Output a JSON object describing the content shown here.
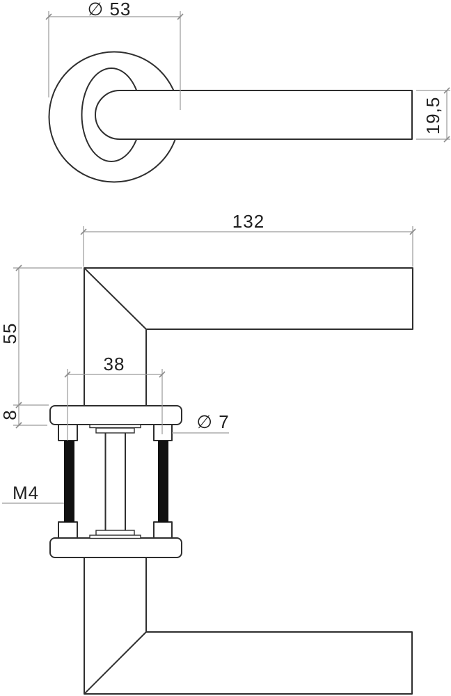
{
  "drawing": {
    "type": "technical-dimension-drawing",
    "views": {
      "front_view": "door handle rose with lever, front",
      "side_view": "door handle pair on roses with M4 through-bolts and spindle, side"
    },
    "labels": {
      "rose_diameter": "∅ 53",
      "lever_thickness": "19,5",
      "lever_length": "132",
      "handle_height": "55",
      "screw_spacing": "38",
      "rose_height": "8",
      "hole_diameter": "∅ 7",
      "thread_size": "M4"
    },
    "colors": {
      "object_line": "#2e2e2e",
      "dimension_line": "#9a9a9a",
      "text": "#1f1f1f",
      "background": "#ffffff"
    }
  }
}
